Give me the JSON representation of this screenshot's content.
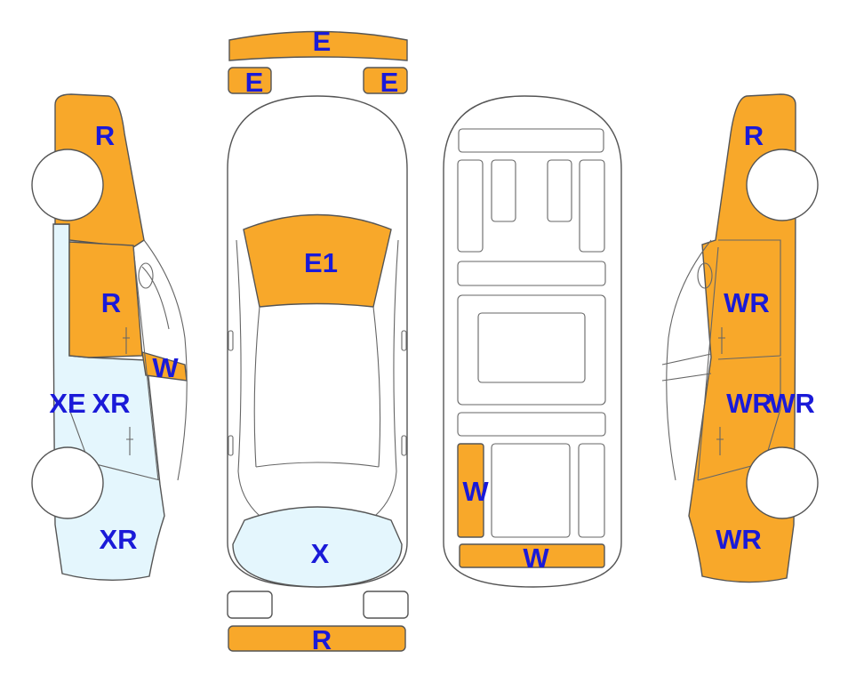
{
  "colors": {
    "damage_orange": "#f8a82a",
    "light_blue": "#e4f6fd",
    "label_blue": "#1a1ad8",
    "outline": "#555555"
  },
  "labels": {
    "front_bumper": "E",
    "left_headlight": "E",
    "right_headlight": "E",
    "hood": "E1",
    "windshield_bottom": "X",
    "rear_bumper": "R",
    "left_rear_fender": "R",
    "left_rear_door": "R",
    "left_mirror": "W",
    "left_sill": "XE",
    "left_front_door": "XR",
    "left_front_fender": "XR",
    "floor_left": "W",
    "floor_bottom": "W",
    "right_rear_fender": "R",
    "right_rear_door": "WR",
    "right_front_door": "WR",
    "right_sill": "WR",
    "right_front_fender": "WR"
  }
}
